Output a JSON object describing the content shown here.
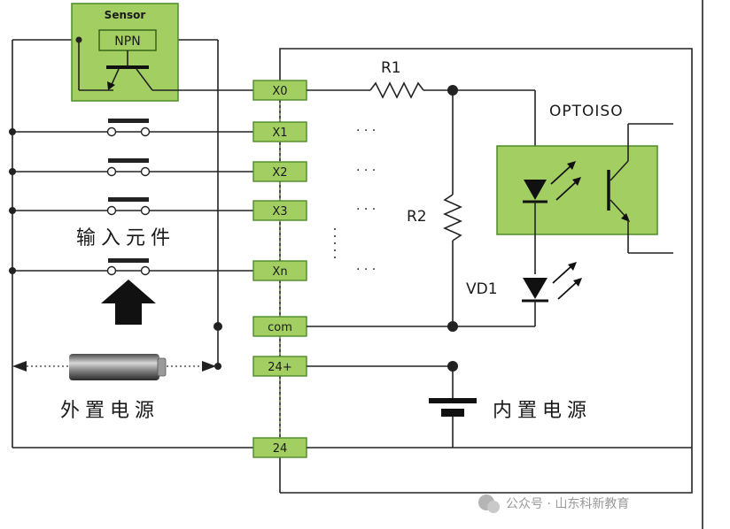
{
  "sensor": {
    "title": "Sensor",
    "type": "NPN"
  },
  "terminals": [
    {
      "id": "x0",
      "label": "X0"
    },
    {
      "id": "x1",
      "label": "X1"
    },
    {
      "id": "x2",
      "label": "X2"
    },
    {
      "id": "x3",
      "label": "X3"
    },
    {
      "id": "xn",
      "label": "Xn"
    },
    {
      "id": "com",
      "label": "com"
    },
    {
      "id": "v24p",
      "label": "24+"
    },
    {
      "id": "v24",
      "label": "24"
    }
  ],
  "labels": {
    "r1": "R1",
    "r2": "R2",
    "vd1": "VD1",
    "optoiso": "OPTOISO",
    "input_elements": "输入元件",
    "external_power": "外置电源",
    "internal_power": "内置电源",
    "ellipsis": "· · ·"
  },
  "watermark": {
    "text": "公众号 · 山东科新教育"
  },
  "colors": {
    "green_fill": "#a3cf62",
    "green_border": "#4e8a2a",
    "wire": "#222222"
  }
}
